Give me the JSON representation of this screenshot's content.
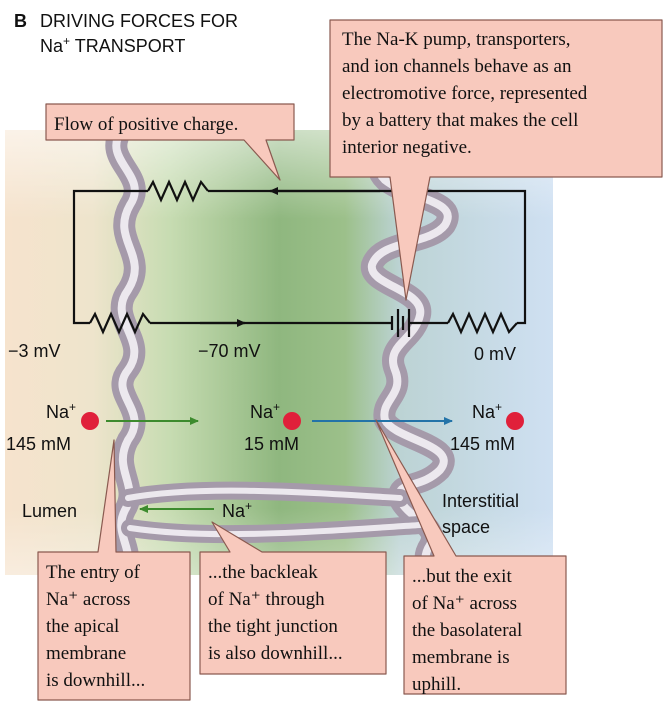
{
  "panel": {
    "letter": "B",
    "title_line1": "DRIVING FORCES FOR",
    "title_line2_ion": "Na",
    "title_line2_sup": "+",
    "title_line2_rest": " TRANSPORT"
  },
  "callouts": {
    "flow": "Flow of positive charge.",
    "battery": [
      "The Na-K pump, transporters,",
      "and ion channels behave as an",
      "electromotive force, represented",
      "by a battery that makes the cell",
      "interior negative."
    ],
    "entry": [
      "The entry of",
      "Na⁺ across",
      "the apical",
      "membrane",
      "is downhill..."
    ],
    "backleak": [
      "...the backleak",
      "of Na⁺ through",
      "the tight junction",
      "is also downhill..."
    ],
    "exit": [
      "...but the exit",
      "of Na⁺ across",
      "the basolateral",
      "membrane is",
      "uphill."
    ]
  },
  "voltages": {
    "lumen": "−3 mV",
    "cell": "−70 mV",
    "interstitial": "0 mV"
  },
  "ions": {
    "symbol": "Na",
    "charge": "+",
    "lumen_conc": "145 mM",
    "cell_conc": "15 mM",
    "interstitial_conc": "145 mM",
    "backleak_label": "Na",
    "backleak_charge": "+"
  },
  "regions": {
    "lumen": "Lumen",
    "interstitial_line1": "Interstitial",
    "interstitial_line2": "space"
  },
  "colors": {
    "membrane": "#a59aaa",
    "membrane_inner": "#ece8ee",
    "cell_green": "#8fb77f",
    "lumen_tint": "#f3dcc3",
    "interstitial_tint": "#c9dcef",
    "callout_fill": "#f8c9bd",
    "callout_stroke": "#8a5a50",
    "ion_red": "#e0203a",
    "arrow_green": "#3d8b2e",
    "arrow_blue": "#2373a8"
  }
}
